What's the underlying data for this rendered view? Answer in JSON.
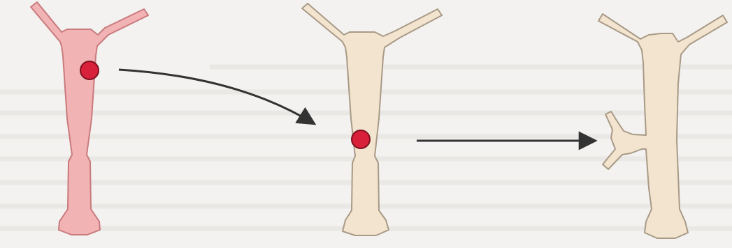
{
  "figure": {
    "background": "#f3f2f0",
    "organisms": [
      {
        "name": "donor-hydra",
        "fill": "#f2b3b5",
        "outline": "#c97a7d"
      },
      {
        "name": "host-hydra",
        "fill": "#f2e4cf",
        "outline": "#a89a86"
      },
      {
        "name": "budding-host-hydra",
        "fill": "#f2e4cf",
        "outline": "#a89a86"
      }
    ],
    "tissue_graft": {
      "fill": "#d8203a",
      "outline": "#7d1020"
    },
    "arrow_color": "#333333"
  }
}
